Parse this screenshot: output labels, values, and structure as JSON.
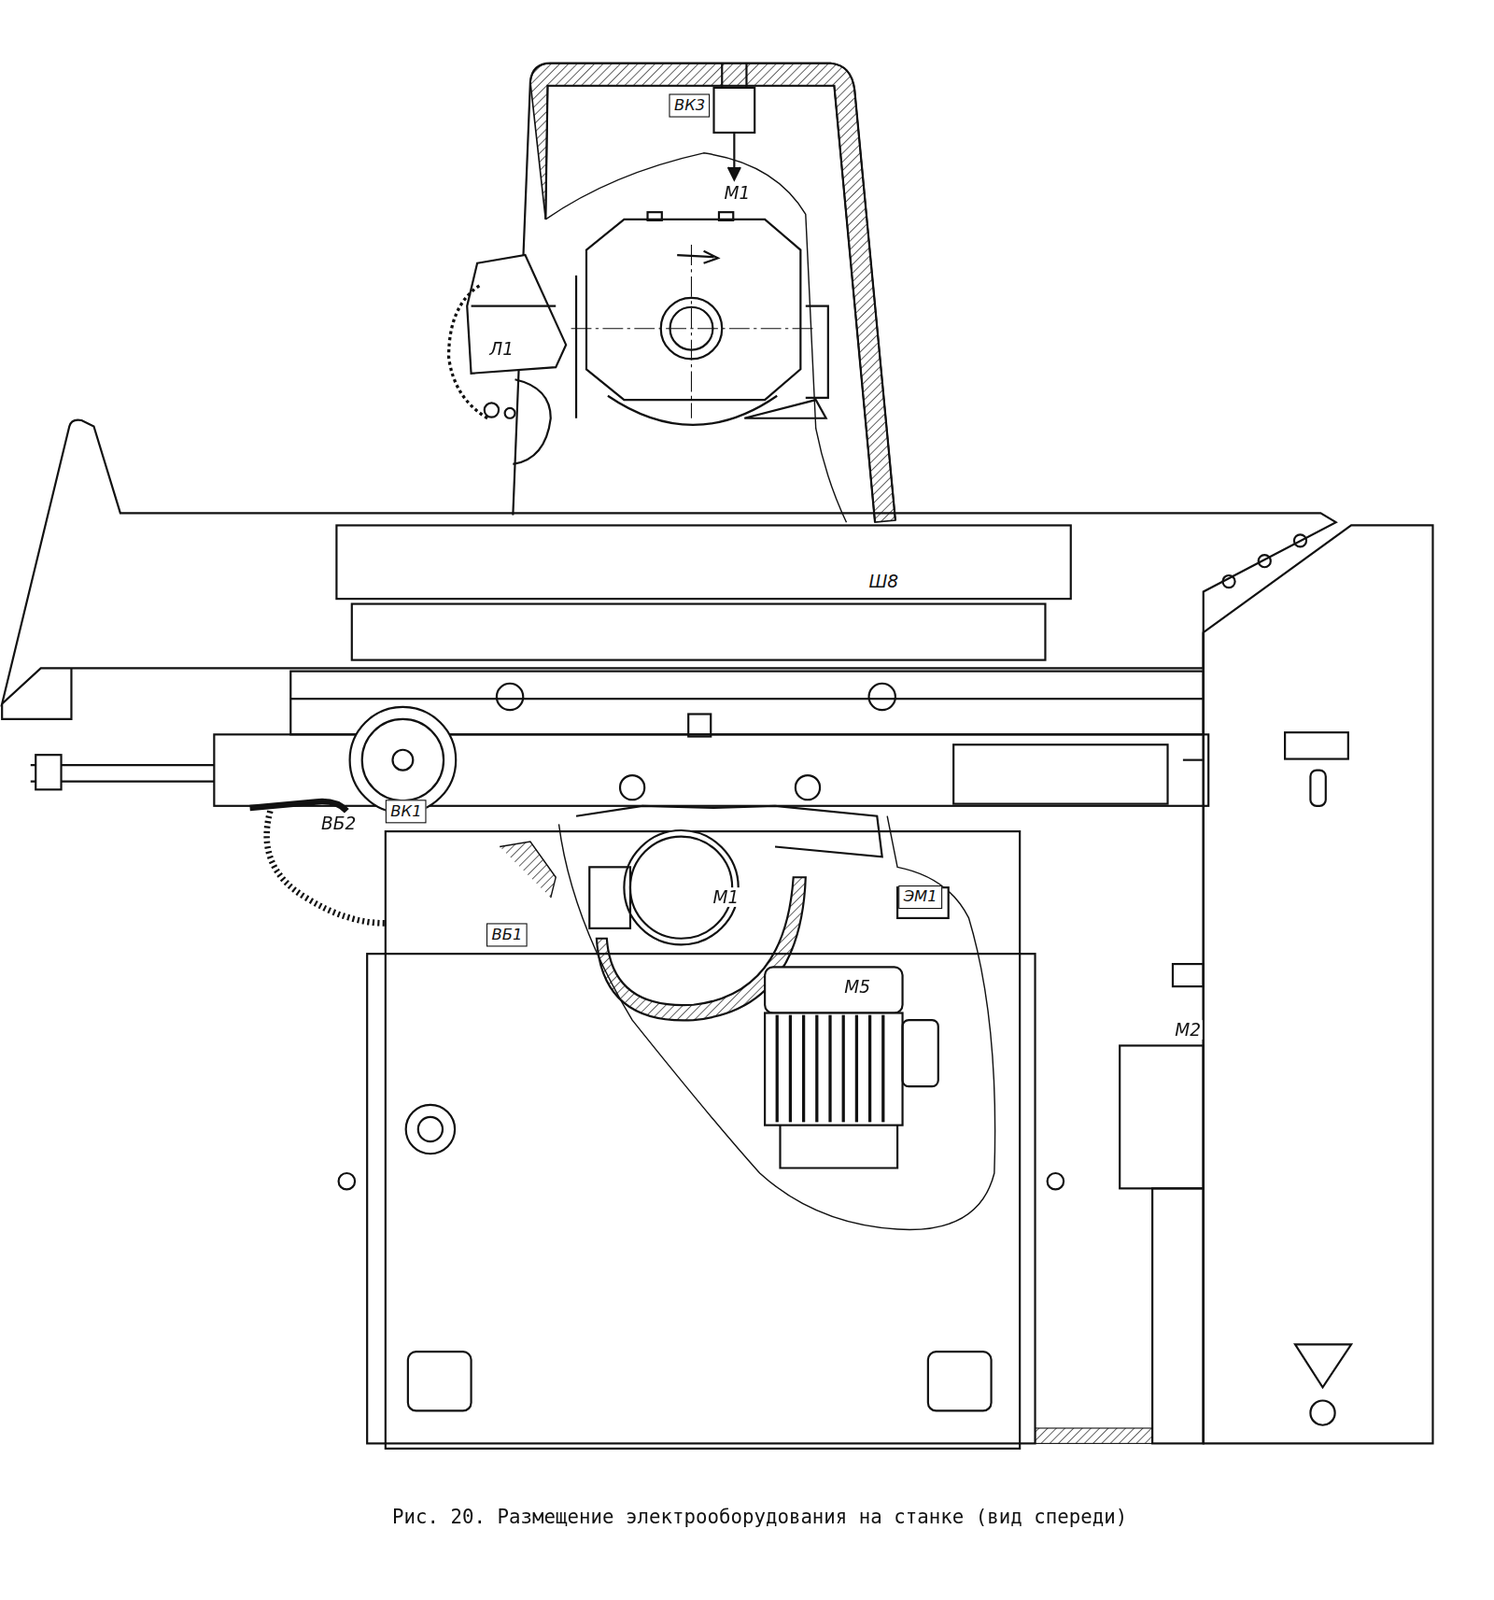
{
  "diagram": {
    "caption": "Рис. 20. Размещение электрооборудования на станке (вид спереди)",
    "nodes": [
      {
        "text": [
          "ВК3"
        ]
      },
      {
        "text": [
          "ВК1"
        ]
      },
      {
        "text": [
          "ВБ1"
        ]
      },
      {
        "text": [
          "ЭМ1"
        ]
      }
    ],
    "labels": [
      "М1",
      "Л1",
      "Ш8",
      "ВБ2",
      "М1",
      "М5",
      "М2"
    ]
  }
}
